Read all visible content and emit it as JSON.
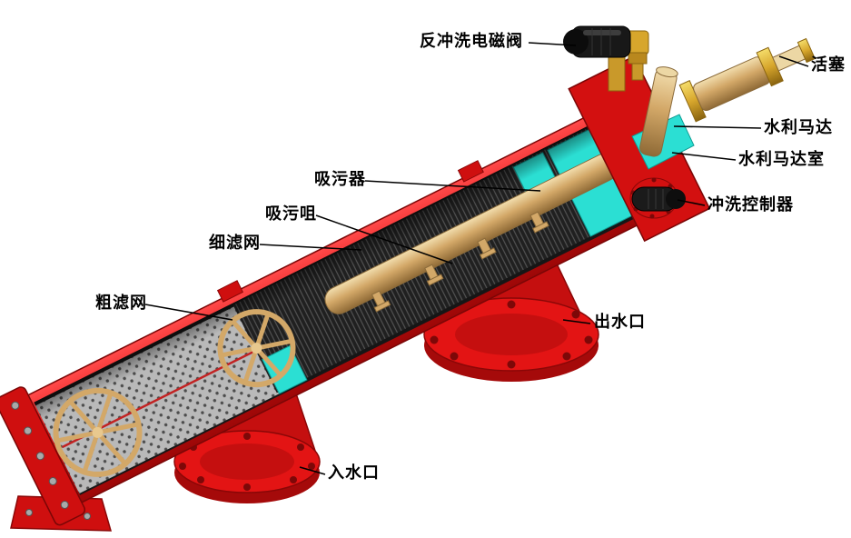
{
  "labels": [
    {
      "id": "backwash-solenoid-valve",
      "text": "反冲洗电磁阀"
    },
    {
      "id": "piston",
      "text": "活塞"
    },
    {
      "id": "hydraulic-motor",
      "text": "水利马达"
    },
    {
      "id": "hydraulic-motor-chamber",
      "text": "水利马达室"
    },
    {
      "id": "flush-controller",
      "text": "冲洗控制器"
    },
    {
      "id": "dirt-suction-tube",
      "text": "吸污器"
    },
    {
      "id": "suction-nozzle",
      "text": "吸污咀"
    },
    {
      "id": "fine-screen",
      "text": "细滤网"
    },
    {
      "id": "coarse-screen",
      "text": "粗滤网"
    },
    {
      "id": "water-outlet",
      "text": "出水口"
    },
    {
      "id": "water-inlet",
      "text": "入水口"
    }
  ],
  "colors": {
    "housing_red": "#d31010",
    "internal_tan": "#d3a868",
    "brass": "#d7a62c",
    "seal_cyan": "#2bdfd3",
    "screen_dark": "#202020",
    "label_text": "#000000",
    "background": "#ffffff"
  }
}
